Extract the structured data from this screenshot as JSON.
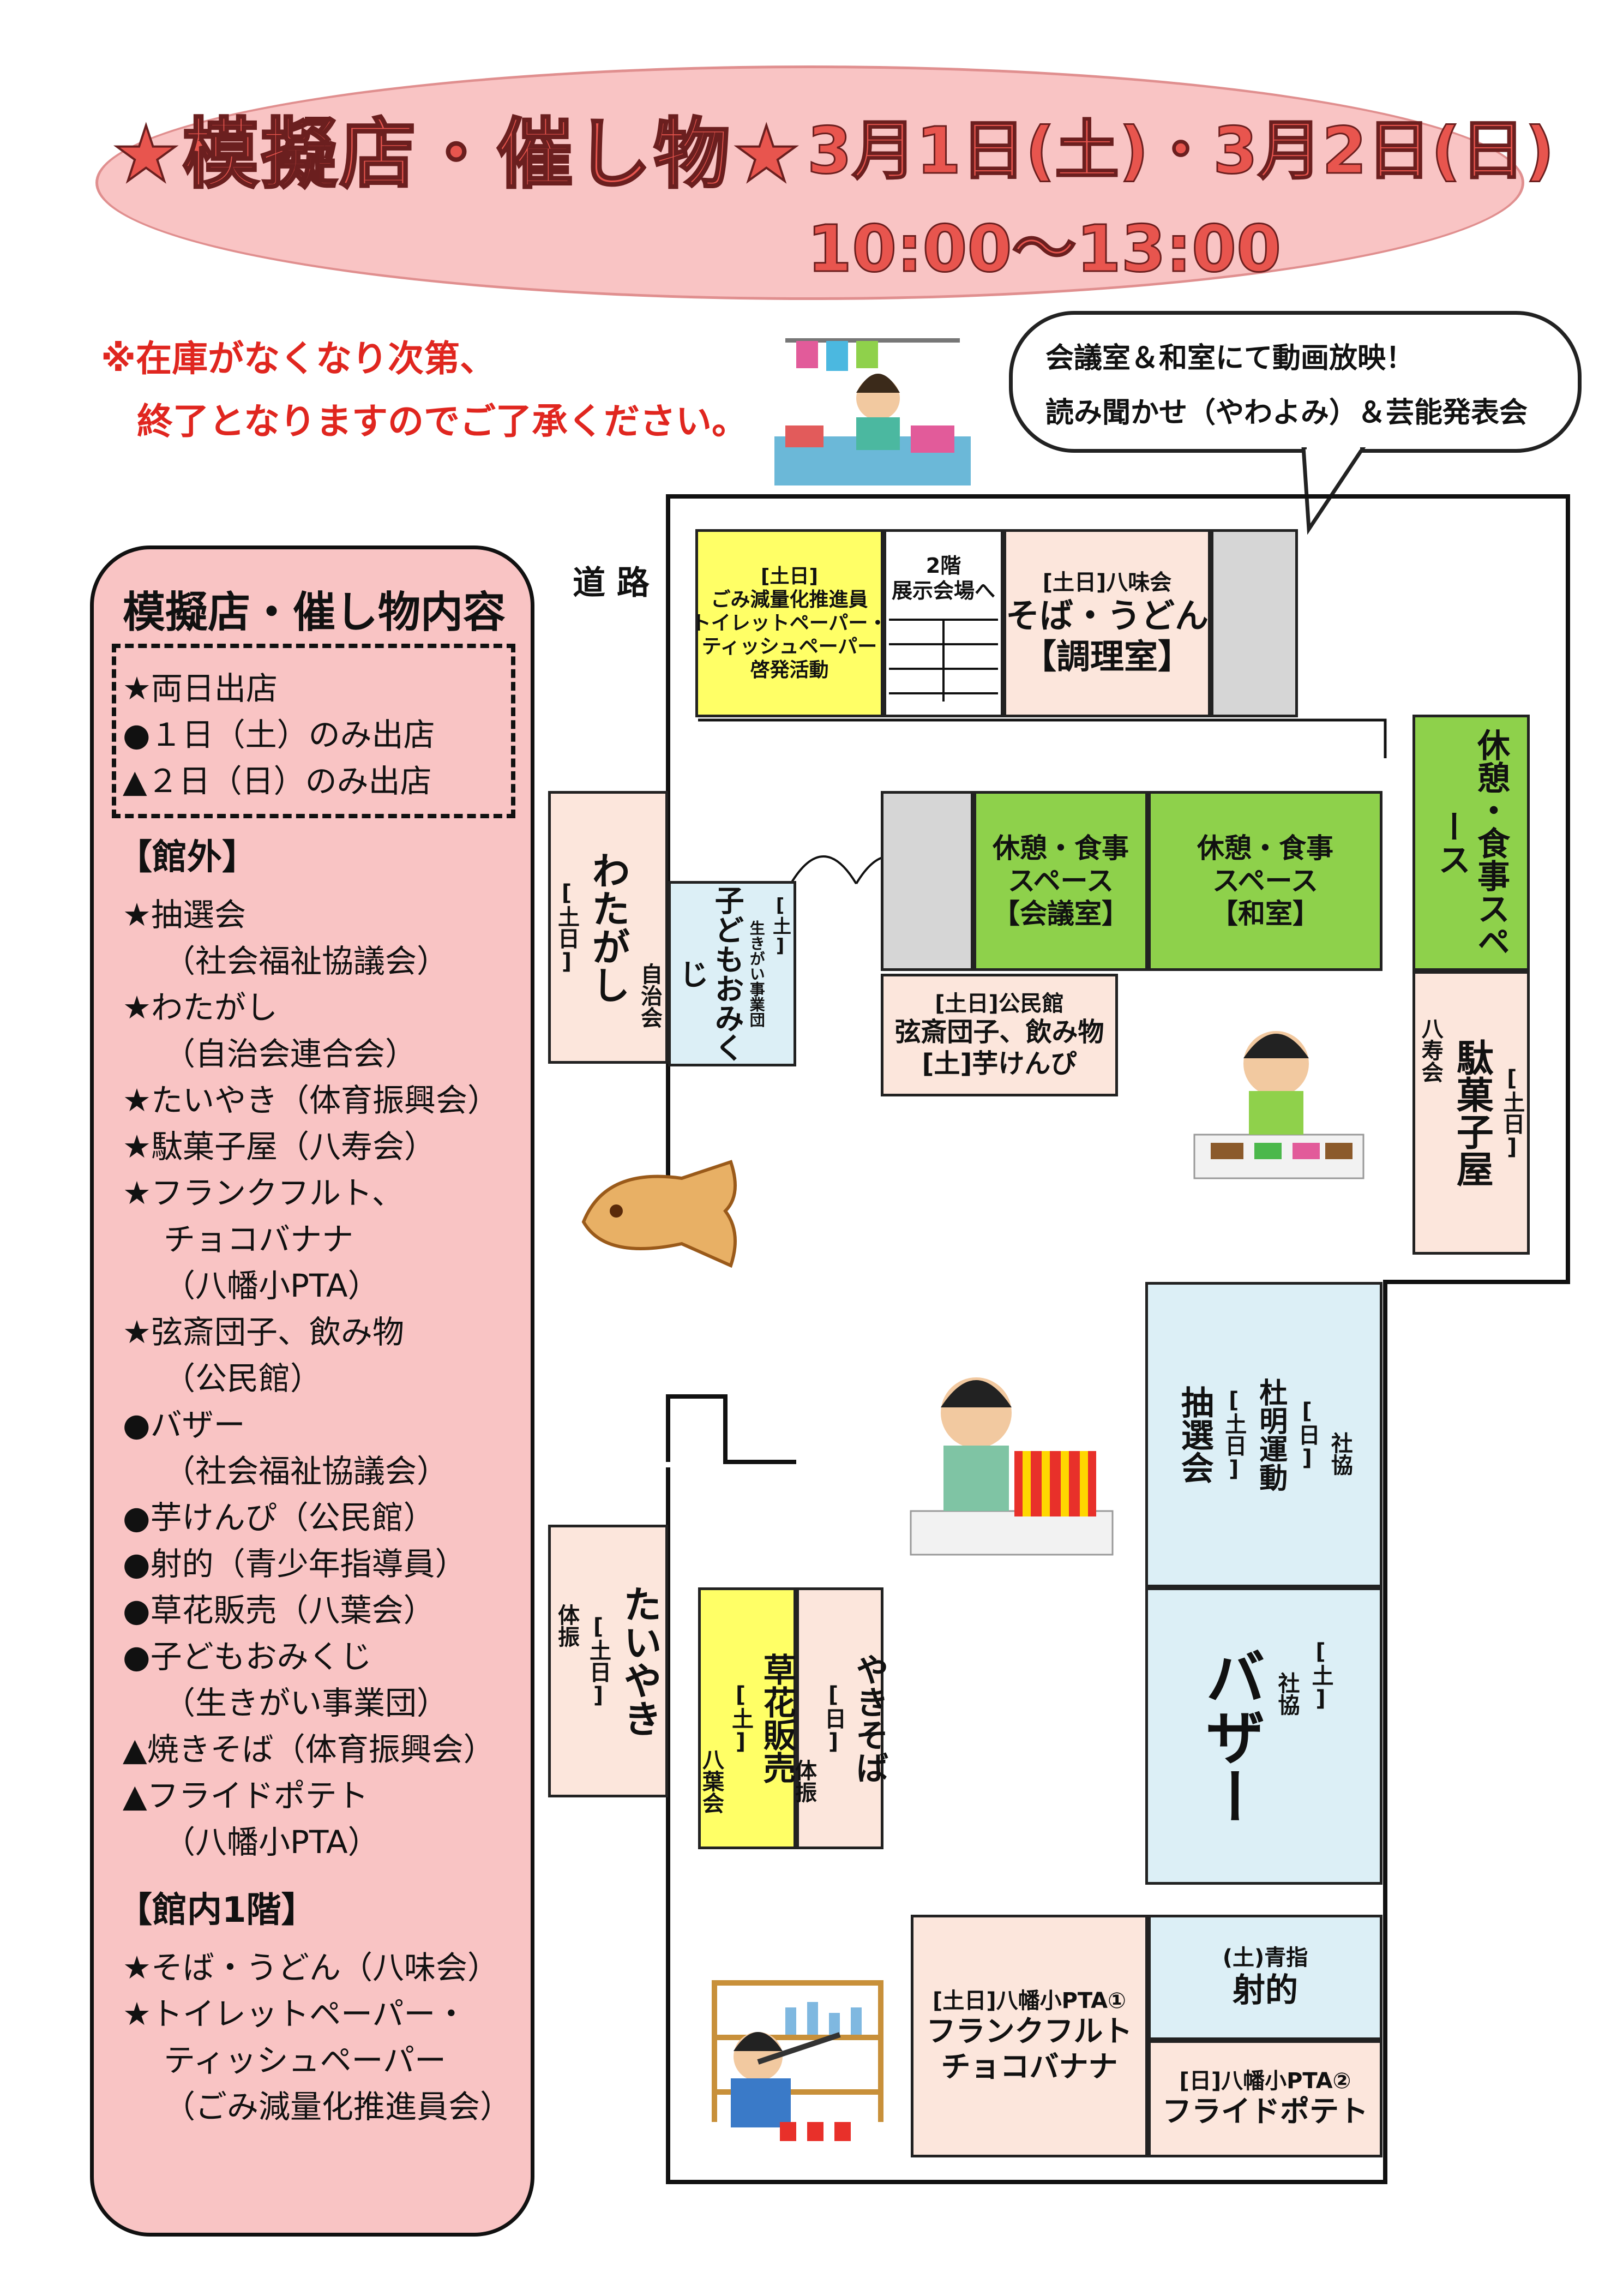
{
  "header": {
    "title": "★模擬店・催し物★",
    "date_line": "3月1日(土)・3月2日(日)",
    "time_line": "10:00〜13:00"
  },
  "notice": {
    "text": "※在庫がなくなり次第、\n　終了となりますのでご了承ください。"
  },
  "bubble": {
    "line1": "会議室＆和室にて動画放映！",
    "line2": "読み聞かせ（やわよみ）＆芸能発表会"
  },
  "sidebar": {
    "title": "模擬店・催し物内容",
    "legend": [
      "★両日出店",
      "●１日（土）のみ出店",
      "▲２日（日）のみ出店"
    ],
    "outside_header": "【館外】",
    "outside_items": [
      {
        "text": "★抽選会",
        "indent": false
      },
      {
        "text": "（社会福祉協議会）",
        "indent": true
      },
      {
        "text": "★わたがし",
        "indent": false
      },
      {
        "text": "（自治会連合会）",
        "indent": true
      },
      {
        "text": "★たいやき（体育振興会）",
        "indent": false
      },
      {
        "text": "★駄菓子屋（八寿会）",
        "indent": false
      },
      {
        "text": "★フランクフルト、",
        "indent": false
      },
      {
        "text": "チョコバナナ",
        "indent": true
      },
      {
        "text": "（八幡小PTA）",
        "indent": true
      },
      {
        "text": "★弦斎団子、飲み物",
        "indent": false
      },
      {
        "text": "（公民館）",
        "indent": true
      },
      {
        "text": "●バザー",
        "indent": false
      },
      {
        "text": "（社会福祉協議会）",
        "indent": true
      },
      {
        "text": "●芋けんぴ（公民館）",
        "indent": false
      },
      {
        "text": "●射的（青少年指導員）",
        "indent": false
      },
      {
        "text": "●草花販売（八葉会）",
        "indent": false
      },
      {
        "text": "●子どもおみくじ",
        "indent": false
      },
      {
        "text": "（生きがい事業団）",
        "indent": true
      },
      {
        "text": "▲焼きそば（体育振興会）",
        "indent": false
      },
      {
        "text": "▲フライドポテト",
        "indent": false
      },
      {
        "text": "（八幡小PTA）",
        "indent": true
      }
    ],
    "inside_header": "【館内1階】",
    "inside_items": [
      {
        "text": "★そば・うどん（八味会）",
        "indent": false
      },
      {
        "text": "★トイレットペーパー・",
        "indent": false
      },
      {
        "text": "ティッシュペーパー",
        "indent": true
      },
      {
        "text": "（ごみ減量化推進員会）",
        "indent": true
      }
    ]
  },
  "map": {
    "road": "道 路",
    "stairs": "2階\n展示会場へ",
    "gomi": {
      "tag": "[土日]",
      "text": "ごみ減量化推進員\nトイレットペーパー・\nティッシュペーパー\n啓発活動"
    },
    "soba": {
      "tag": "[土日]八味会",
      "text": "そば・うどん\n【調理室】"
    },
    "rest_kaigi": "休憩・食事\nスペース\n【会議室】",
    "rest_washitsu": "休憩・食事\nスペース\n【和室】",
    "rest_vertical": "休憩・食事スペース",
    "watagashi": {
      "tag": "[土日]",
      "text": "わたがし",
      "org": "自治会"
    },
    "omikuji": {
      "tag": "[土]",
      "org": "生きがい事業団",
      "text": "子どもおみくじ"
    },
    "dango": {
      "tag": "[土日]公民館",
      "text": "弦斎団子、飲み物",
      "sub": "[土]芋けんぴ"
    },
    "dagashi": {
      "tag": "[土日]",
      "text": "駄菓子屋",
      "org": "八寿会"
    },
    "chusen": {
      "tag": "[土日]",
      "org": "社協",
      "text": "抽選会",
      "tag2": "[日]",
      "text2": "杜明運動"
    },
    "bazaar": {
      "tag": "[土]",
      "org": "社協",
      "text": "バザー"
    },
    "taiyaki": {
      "tag": "[土日]",
      "text": "たいやき",
      "org": "体振"
    },
    "kusabana": {
      "tag": "[土]",
      "text": "草花販売",
      "org": "八葉会"
    },
    "yakisoba": {
      "tag": "[日]",
      "text": "やきそば",
      "org": "体振"
    },
    "frank": {
      "tag": "[土日]八幡小PTA①",
      "text": "フランクフルト\nチョコバナナ"
    },
    "shateki": {
      "tag": "(土)青指",
      "text": "射的"
    },
    "potato": {
      "tag": "[日]八幡小PTA②",
      "text": "フライドポテト"
    }
  },
  "colors": {
    "banner": "#f9c4c4",
    "title_red": "#e8554e",
    "notice_red": "#e0261f",
    "green": "#8ed14b",
    "yellow": "#ffff66",
    "blue": "#dceff6",
    "peach": "#fce6dc"
  }
}
